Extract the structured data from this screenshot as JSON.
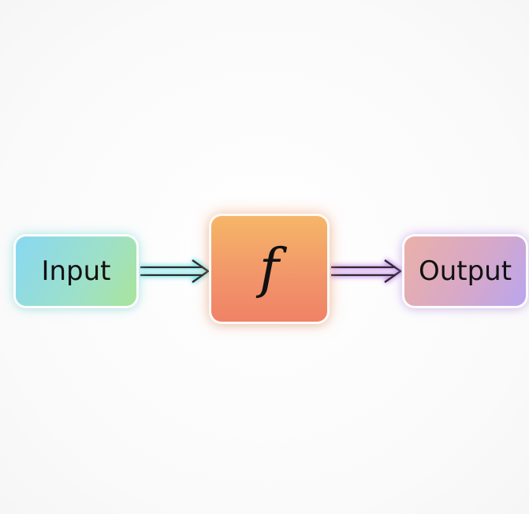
{
  "nodes": {
    "input": {
      "label": "Input"
    },
    "function": {
      "label": "f"
    },
    "output": {
      "label": "Output"
    }
  },
  "colors": {
    "arrow_in_glow": "#6fe3e8",
    "arrow_out_glow": "#c98cf0",
    "arrow_stroke": "#2a2a2a"
  }
}
